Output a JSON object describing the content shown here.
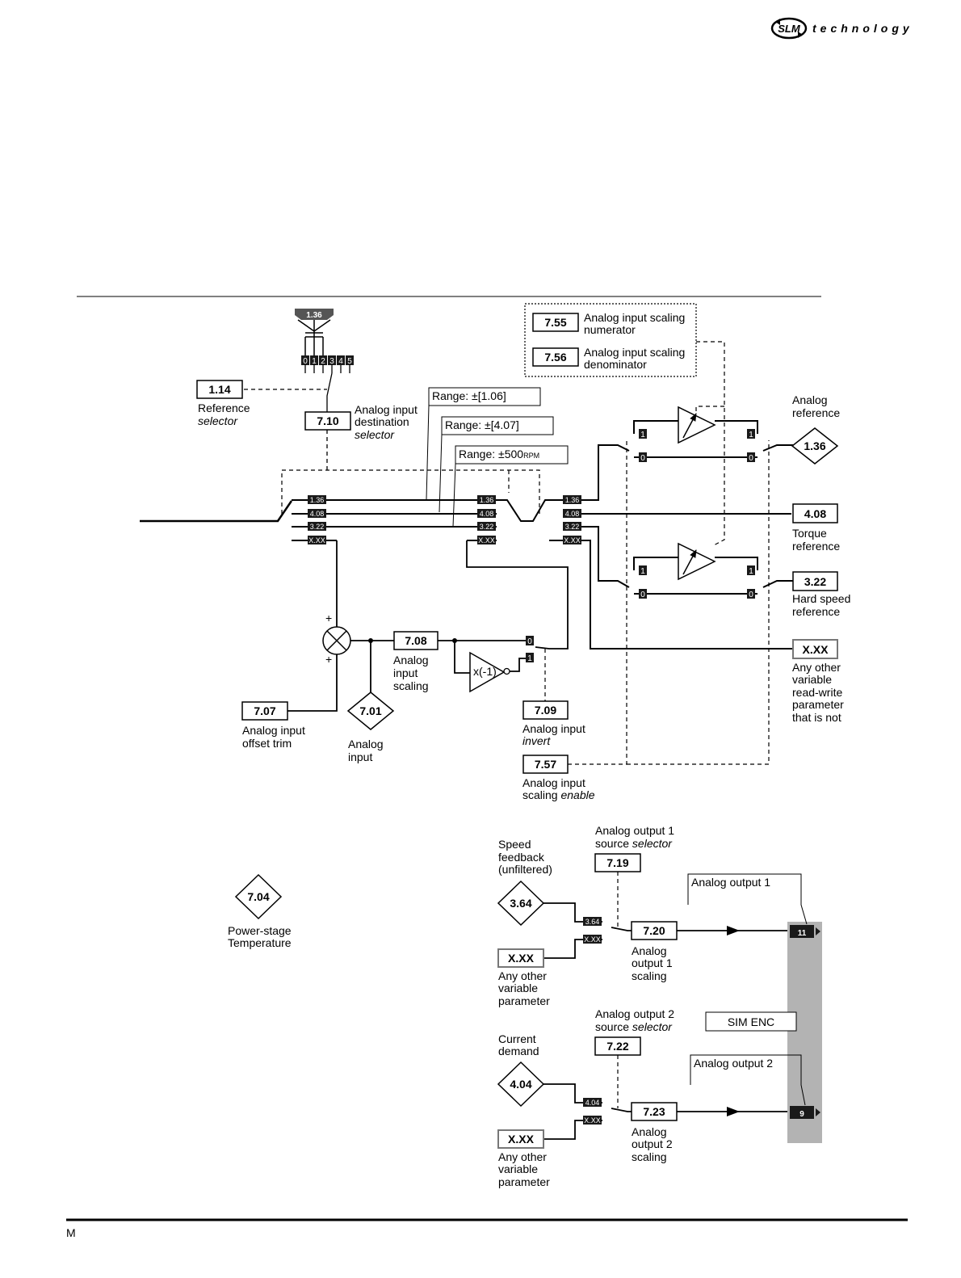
{
  "header": {
    "logo_badge": "SLM",
    "logo_text": "technology"
  },
  "analog_input": {
    "header_tag": "1.36",
    "selector_positions": [
      "0",
      "1",
      "2",
      "3",
      "4",
      "5"
    ],
    "p1_14": {
      "code": "1.14",
      "label_line1": "Reference",
      "label_line2": "selector"
    },
    "p7_10": {
      "code": "7.10",
      "label_line1": "Analog input",
      "label_line2": "destination",
      "label_line3": "selector"
    },
    "p7_55": {
      "code": "7.55",
      "label_line1": "Analog input scaling",
      "label_line2": "numerator"
    },
    "p7_56": {
      "code": "7.56",
      "label_line1": "Analog input scaling",
      "label_line2": "denominator"
    },
    "range1": "Range: ±[1.06]",
    "range2": "Range: ±[4.07]",
    "range3": "Range: ±500",
    "range3_unit": "RPM",
    "bus_tags": [
      "1.36",
      "4.08",
      "3.22",
      "X.XX"
    ],
    "switch_one": "1",
    "switch_zero": "0",
    "plus": "+",
    "p7_08": {
      "code": "7.08",
      "label_line1": "Analog",
      "label_line2": "input",
      "label_line3": "scaling"
    },
    "inverter": "x(-1)",
    "p7_07": {
      "code": "7.07",
      "label_line1": "Analog input",
      "label_line2": "offset trim"
    },
    "p7_01": {
      "code": "7.01",
      "label_line1": "Analog",
      "label_line2": "input"
    },
    "p7_09": {
      "code": "7.09",
      "label_line1": "Analog input",
      "label_line2": "invert"
    },
    "p7_57": {
      "code": "7.57",
      "label_line1": "Analog input",
      "label_line2": "scaling",
      "label_line2b": "enable"
    },
    "out_1_36": {
      "code": "1.36",
      "label_line1": "Analog",
      "label_line2": "reference"
    },
    "out_4_08": {
      "code": "4.08",
      "label_line1": "Torque",
      "label_line2": "reference"
    },
    "out_3_22": {
      "code": "3.22",
      "label_line1": "Hard speed",
      "label_line2": "reference"
    },
    "out_xxx": {
      "code": "X.XX",
      "label_lines": [
        "Any other",
        "variable",
        "read-write",
        "parameter",
        "that is not"
      ]
    }
  },
  "power_stage": {
    "code": "7.04",
    "label_line1": "Power-stage",
    "label_line2": "Temperature"
  },
  "analog_output": {
    "out1": {
      "src_line1": "Analog output 1",
      "src_line2": "source",
      "src_line2b": "selector",
      "src_code": "7.19",
      "fb_lines": [
        "Speed",
        "feedback",
        "(unfiltered)"
      ],
      "fb_code": "3.64",
      "tags": [
        "3.64",
        "X.XX"
      ],
      "other_code": "X.XX",
      "other_lines": [
        "Any other",
        "variable",
        "parameter"
      ],
      "scale_code": "7.20",
      "scale_lines": [
        "Analog",
        "output 1",
        "scaling"
      ],
      "callout": "Analog output 1",
      "terminal": "11"
    },
    "out2": {
      "src_line1": "Analog output 2",
      "src_line2": "source",
      "src_line2b": "selector",
      "src_code": "7.22",
      "fb_lines": [
        "Current",
        "demand"
      ],
      "fb_code": "4.04",
      "tags": [
        "4.04",
        "X.XX"
      ],
      "other_code": "X.XX",
      "other_lines": [
        "Any other",
        "variable",
        "parameter"
      ],
      "scale_code": "7.23",
      "scale_lines": [
        "Analog",
        "output 2",
        "scaling"
      ],
      "callout": "Analog output 2",
      "terminal": "9"
    },
    "sim_enc": "SIM ENC"
  },
  "footer": {
    "text": "M"
  },
  "colors": {
    "line": "#000000",
    "terminal_panel": "#b3b3b3",
    "tag_fill": "#1a1a1a",
    "header_tag_fill": "#555555"
  }
}
